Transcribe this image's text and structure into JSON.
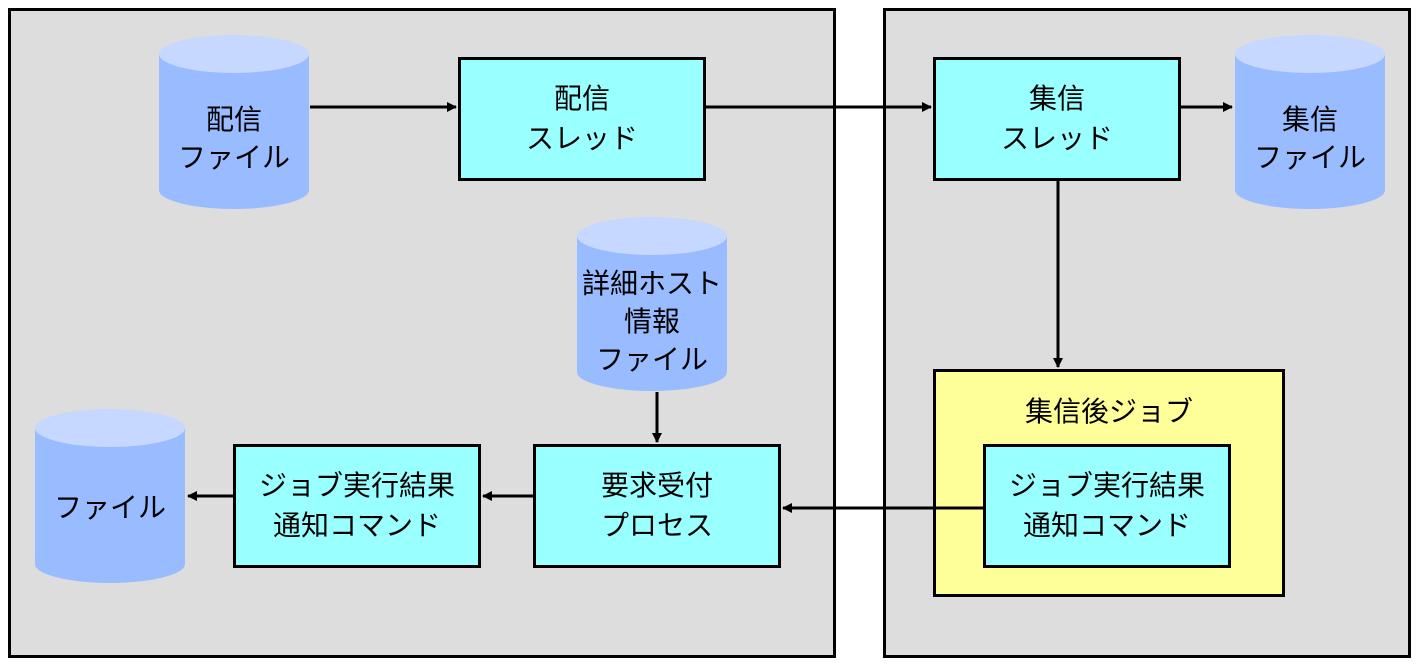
{
  "colors": {
    "panel": "#dddddd",
    "process": "#99ffff",
    "job_container": "#ffff99",
    "storage": "#99bbff",
    "storage_top": "#c6d8ff",
    "arrow": "#000000"
  },
  "left_panel": {
    "send_file": "配信\nファイル",
    "send_thread": "配信\nスレッド",
    "host_info_file": "詳細ホスト\n情報\nファイル",
    "request_process": "要求受付\nプロセス",
    "notify_command": "ジョブ実行結果\n通知コマンド",
    "output_file": "ファイル"
  },
  "right_panel": {
    "collect_thread": "集信\nスレッド",
    "collect_file": "集信\nファイル",
    "post_collect_job": {
      "title": "集信後ジョブ",
      "notify_command": "ジョブ実行結果\n通知コマンド"
    }
  }
}
